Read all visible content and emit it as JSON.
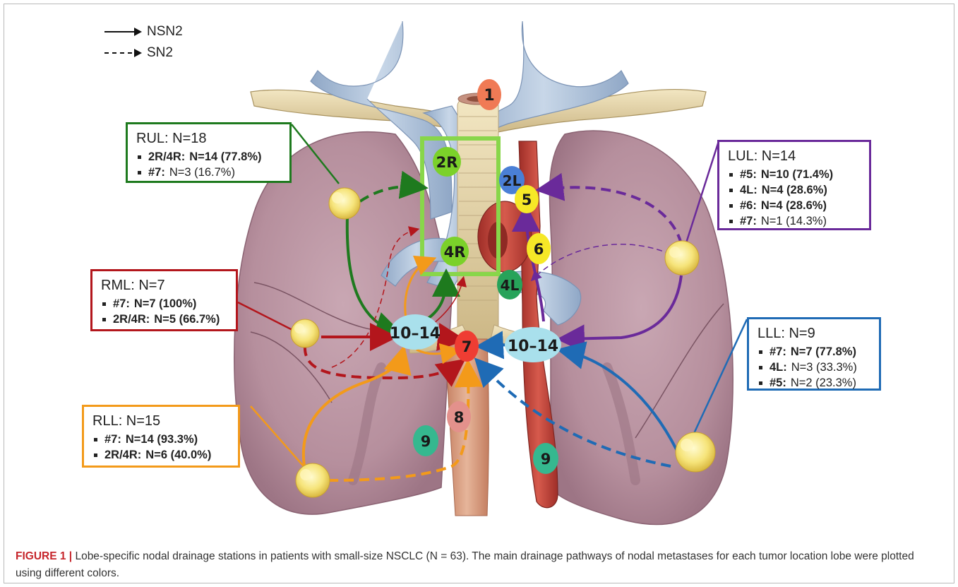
{
  "legend": {
    "solid_label": "NSN2",
    "dashed_label": "SN2"
  },
  "stations": {
    "s1": "1",
    "s2r": "2R",
    "s2l": "2L",
    "s4r": "4R",
    "s4l": "4L",
    "s5": "5",
    "s6": "6",
    "s7": "7",
    "s8": "8",
    "s9_left": "9",
    "s9_right": "9",
    "s1014_left": "10–14",
    "s1014_right": "10–14"
  },
  "boxes": {
    "rul": {
      "header": "RUL: N=18",
      "color": "#1e7a1e",
      "items": [
        {
          "label": "2R/4R:",
          "value": "N=14 (77.8%)",
          "bold": true
        },
        {
          "label": "#7:",
          "value": "N=3 (16.7%)",
          "bold": false
        }
      ]
    },
    "rml": {
      "header": "RML: N=7",
      "color": "#b3161c",
      "items": [
        {
          "label": "#7:",
          "value": "N=7 (100%)",
          "bold": true
        },
        {
          "label": "2R/4R:",
          "value": "N=5 (66.7%)",
          "bold": true
        }
      ]
    },
    "rll": {
      "header": "RLL: N=15",
      "color": "#f39a1a",
      "items": [
        {
          "label": "#7:",
          "value": "N=14 (93.3%)",
          "bold": true
        },
        {
          "label": "2R/4R:",
          "value": "N=6 (40.0%)",
          "bold": true
        }
      ]
    },
    "lul": {
      "header": "LUL: N=14",
      "color": "#6a2a9a",
      "items": [
        {
          "label": "#5:",
          "value": "N=10 (71.4%)",
          "bold": true
        },
        {
          "label": "4L:",
          "value": "N=4 (28.6%)",
          "bold": true
        },
        {
          "label": "#6:",
          "value": "N=4 (28.6%)",
          "bold": true
        },
        {
          "label": "#7:",
          "value": "N=1 (14.3%)",
          "bold": false
        }
      ]
    },
    "lll": {
      "header": "LLL: N=9",
      "color": "#1f6bb5",
      "items": [
        {
          "label": "#7:",
          "value": "N=7 (77.8%)",
          "bold": true
        },
        {
          "label": "4L:",
          "value": "N=3 (33.3%)",
          "bold": false
        },
        {
          "label": "#5:",
          "value": "N=2 (23.3%)",
          "bold": false
        }
      ]
    }
  },
  "caption": {
    "label": "FIGURE 1 |",
    "text": " Lobe-specific nodal drainage stations in patients with small-size NSCLC (N = 63). The main drainage pathways of nodal metastases for each tumor location lobe were plotted using different colors."
  },
  "colors": {
    "rul": "#1e7a1e",
    "rml": "#b3161c",
    "rll": "#f39a1a",
    "lul": "#6a2a9a",
    "lll": "#1f6bb5",
    "lung": "#b58f9c",
    "vessel_blue": "#a9bed6",
    "aorta": "#c8443a",
    "esophagus": "#d49a7a",
    "trachea": "#d9d2c4",
    "highlight_box": "#88d64a"
  }
}
